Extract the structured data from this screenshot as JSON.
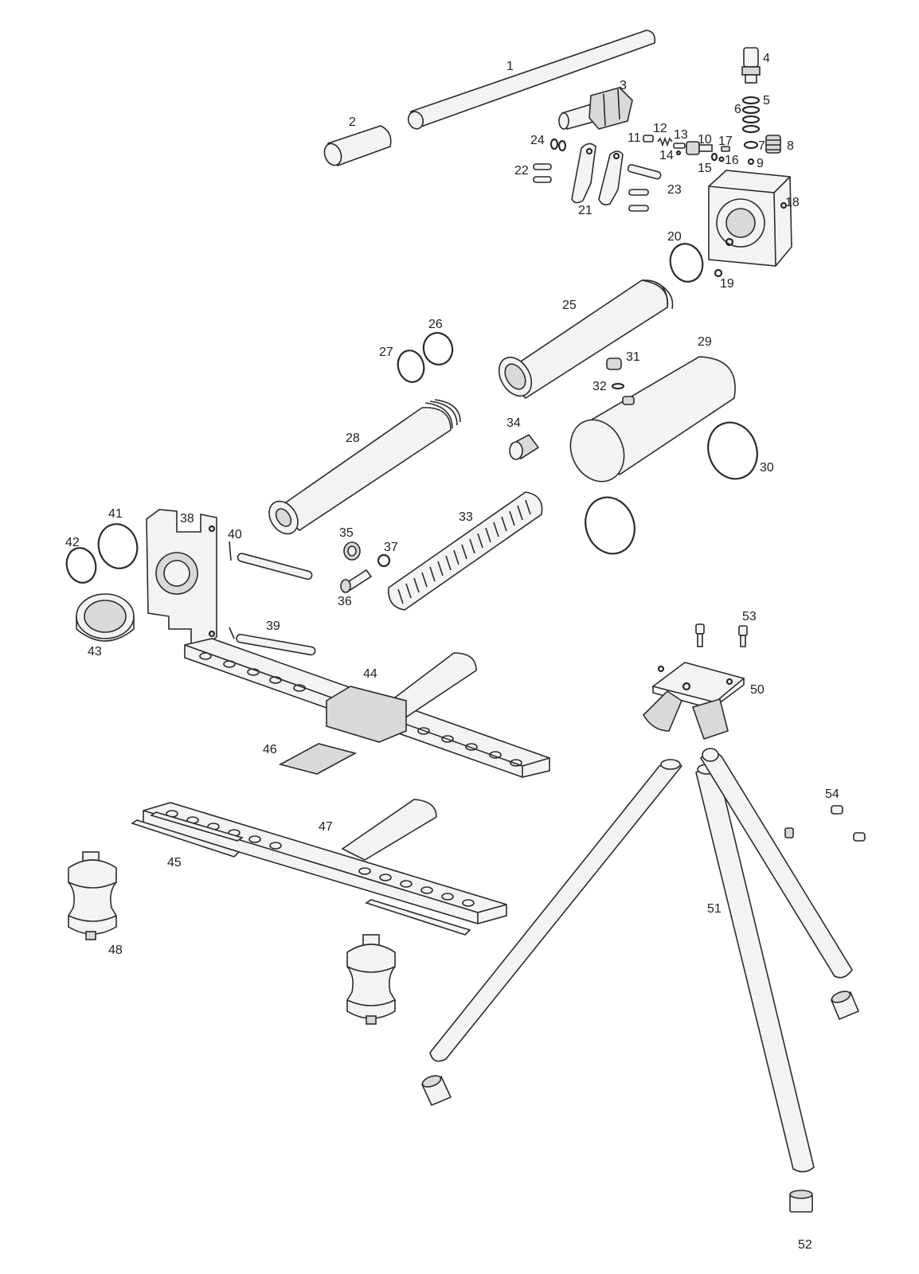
{
  "diagram": {
    "type": "exploded-parts-diagram",
    "part_labels": [
      "1",
      "2",
      "3",
      "4",
      "5",
      "6",
      "7",
      "8",
      "9",
      "10",
      "11",
      "12",
      "13",
      "14",
      "15",
      "16",
      "17",
      "18",
      "19",
      "20",
      "21",
      "22",
      "23",
      "24",
      "25",
      "26",
      "27",
      "28",
      "29",
      "30",
      "31",
      "32",
      "33",
      "34",
      "35",
      "36",
      "37",
      "38",
      "39",
      "40",
      "41",
      "42",
      "43",
      "44",
      "45",
      "46",
      "47",
      "48",
      "50",
      "51",
      "52",
      "53",
      "54"
    ]
  }
}
